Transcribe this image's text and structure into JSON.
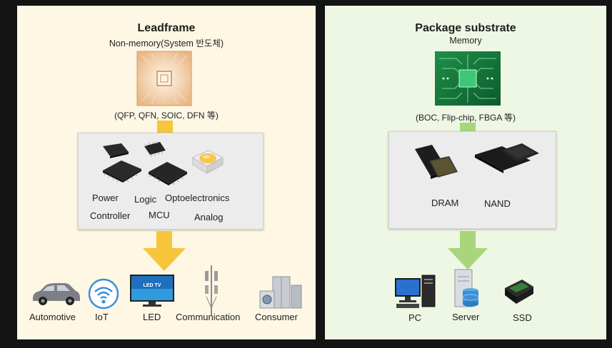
{
  "leadframe": {
    "title": "Leadframe",
    "subtitle": "Non-memory(System 반도체)",
    "package_types": "(QFP, QFN, SOIC, DFN 等)",
    "products": {
      "power": "Power",
      "logic": "Logic",
      "optoelectronics": "Optoelectronics",
      "controller": "Controller",
      "mcu": "MCU",
      "analog": "Analog"
    },
    "applications": [
      "Automotive",
      "IoT",
      "LED",
      "Communication",
      "Consumer"
    ],
    "tv_badge": "LED TV"
  },
  "package_substrate": {
    "title": "Package substrate",
    "subtitle": "Memory",
    "package_types": "(BOC, Flip-chip, FBGA 等)",
    "products": {
      "dram": "DRAM",
      "nand": "NAND"
    },
    "applications": [
      "PC",
      "Server",
      "SSD"
    ]
  },
  "colors": {
    "leadframe_panel": "#fdf7e4",
    "substrate_panel": "#eef7e4",
    "leadframe_arrow": "#f7c53c",
    "substrate_arrow": "#a9d67c",
    "background": "#141414"
  }
}
